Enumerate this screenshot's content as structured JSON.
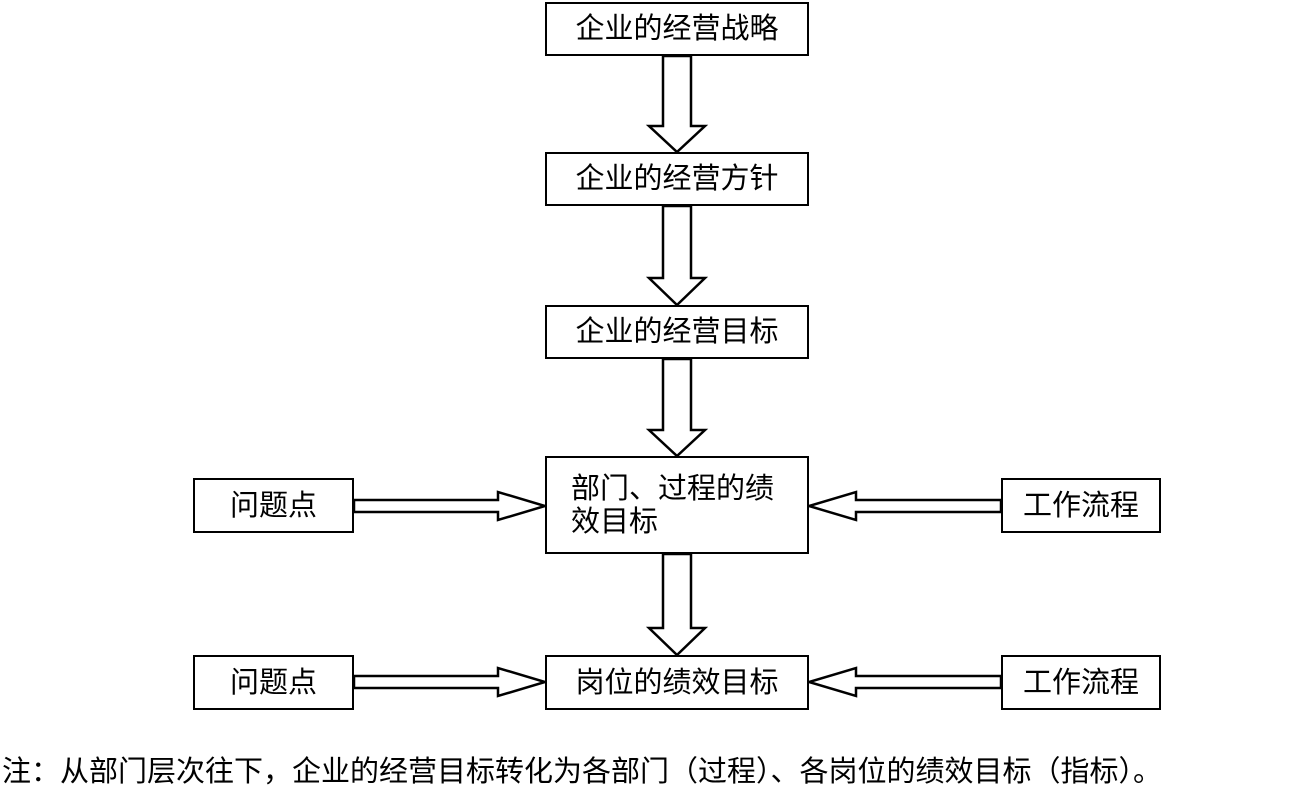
{
  "nodes": {
    "strategy": "企业的经营战略",
    "policy": "企业的经营方针",
    "goal": "企业的经营目标",
    "dept_goal": "部门、过程的绩效目标",
    "post_goal": "岗位的绩效目标",
    "problem_1": "问题点",
    "problem_2": "问题点",
    "workflow_1": "工作流程",
    "workflow_2": "工作流程"
  },
  "note": "注：从部门层次往下，企业的经营目标转化为各部门（过程）、各岗位的绩效目标（指标）。"
}
